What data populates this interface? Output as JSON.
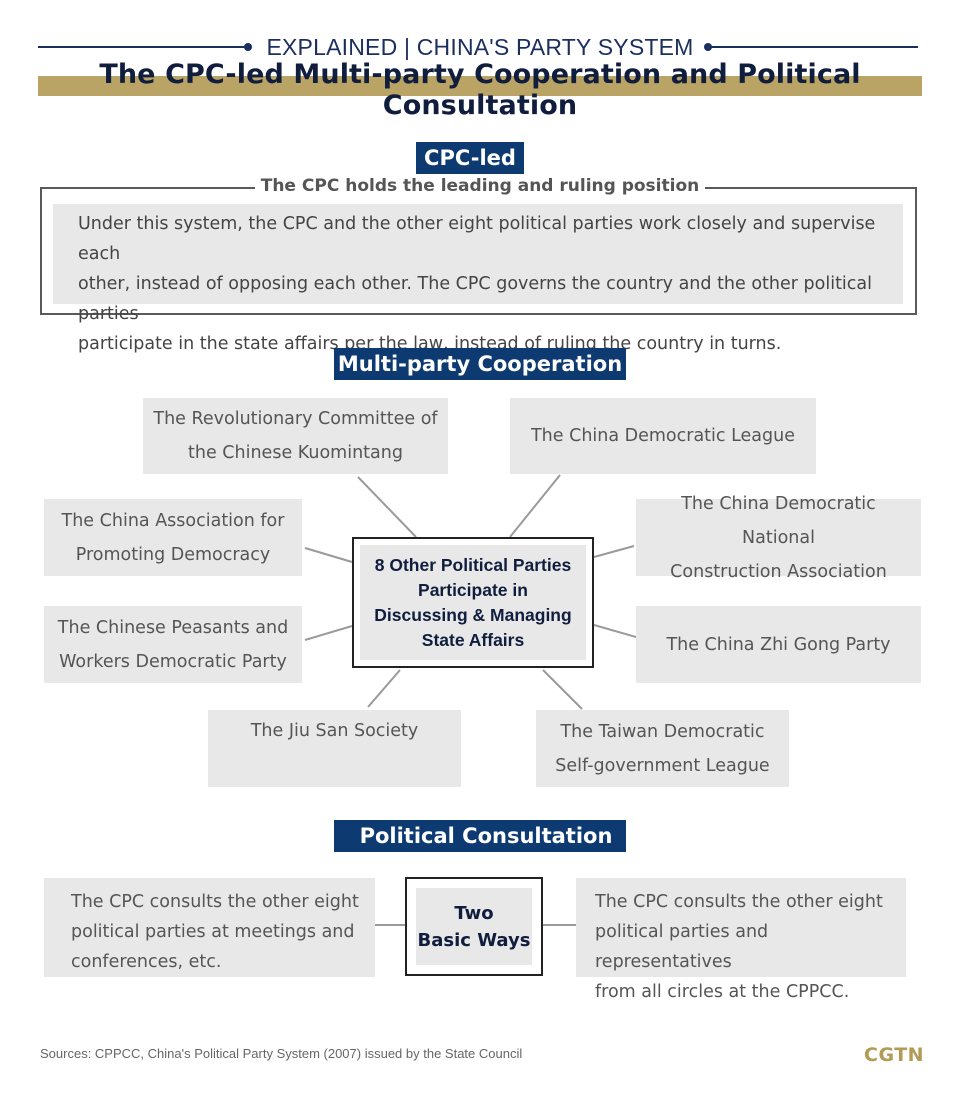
{
  "header": {
    "kicker": "EXPLAINED | CHINA'S  PARTY SYSTEM",
    "title": "The CPC-led Multi-party Cooperation and Political Consultation"
  },
  "cpc_led": {
    "badge": "CPC-led",
    "subtitle": "The CPC holds the leading and ruling position",
    "paragraph": [
      "Under this system, the CPC and the other eight political parties work closely and supervise each",
      "other, instead of opposing each other. The CPC governs the country and the other political parties",
      "participate in the state affairs per the law, instead of ruling the country in turns."
    ]
  },
  "multi_party": {
    "badge": "Multi-party Cooperation",
    "center": [
      "8 Other Political Parties",
      "Participate  in",
      "Discussing & Managing",
      "State Affairs"
    ],
    "parties": [
      {
        "lines": [
          "The Revolutionary Committee of",
          "the Chinese Kuomintang"
        ]
      },
      {
        "lines": [
          "The China Democratic League"
        ]
      },
      {
        "lines": [
          "The China Association for",
          "Promoting Democracy"
        ]
      },
      {
        "lines": [
          "The China Democratic National",
          "Construction Association"
        ]
      },
      {
        "lines": [
          "The Chinese Peasants and",
          "Workers Democratic Party"
        ]
      },
      {
        "lines": [
          "The China Zhi Gong Party"
        ]
      },
      {
        "lines": [
          "The Jiu San Society"
        ]
      },
      {
        "lines": [
          "The Taiwan Democratic",
          "Self-government League"
        ]
      }
    ]
  },
  "consultation": {
    "badge": "Political Consultation",
    "center": [
      "Two",
      "Basic Ways"
    ],
    "left": [
      "The CPC consults the other eight",
      "political parties at meetings and",
      "conferences, etc."
    ],
    "right": [
      "The CPC consults the other eight",
      "political parties and representatives",
      "from all circles at the CPPCC."
    ]
  },
  "footer": {
    "sources": "Sources: CPPCC, China's Political Party System (2007) issued by the State Council",
    "logo": "CGTN"
  },
  "colors": {
    "navy": "#0e3a72",
    "title_navy": "#101d3d",
    "gold": "#b9a466",
    "box_grey": "#e8e8e8"
  }
}
